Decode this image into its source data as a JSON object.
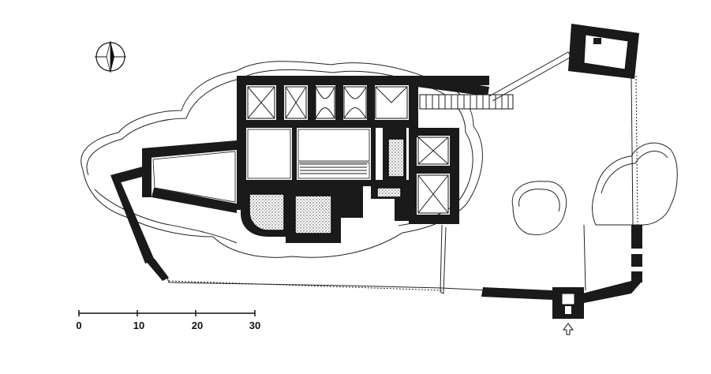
{
  "plan": {
    "type": "castle floor plan",
    "north_arrow": "compass-north",
    "scale_bar": {
      "ticks": [
        "0",
        "10",
        "20",
        "30"
      ]
    },
    "entrance_marker": "entrance-arrow-icon"
  }
}
